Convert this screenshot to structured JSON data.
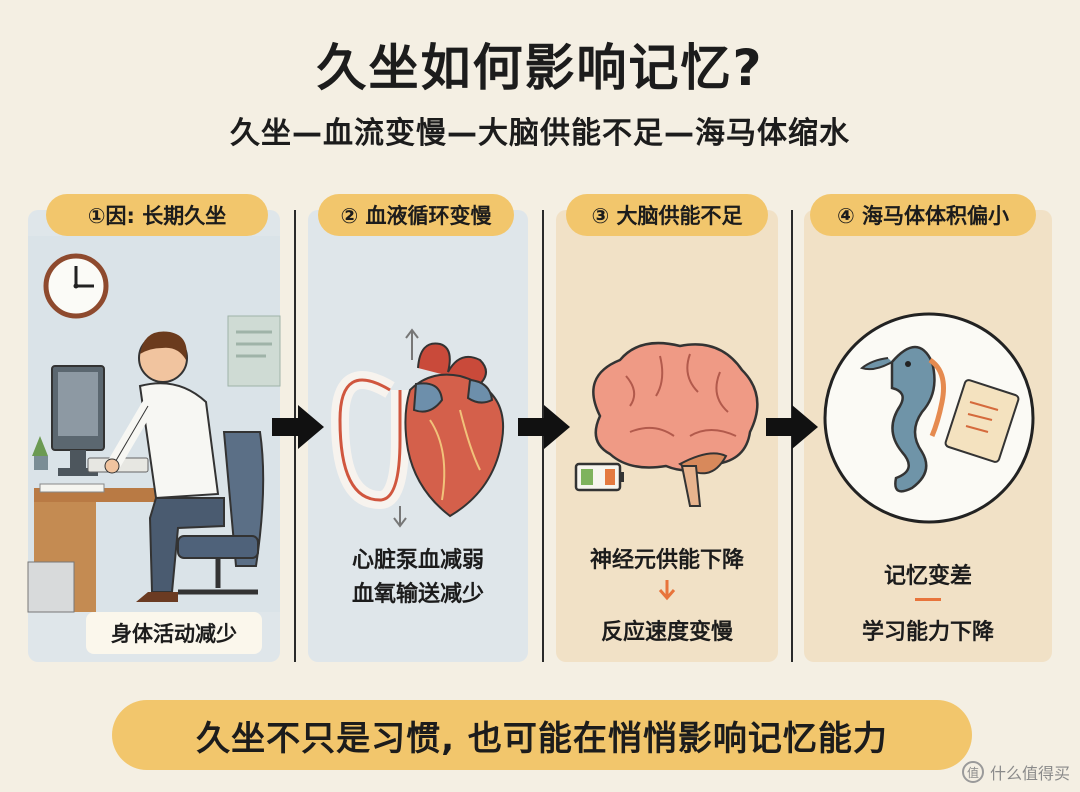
{
  "title": "久坐如何影响记忆?",
  "subtitle": "久坐—血流变慢—大脑供能不足—海马体缩水",
  "steps": [
    {
      "label": "①因: 长期久坐",
      "caption": "身体活动减少"
    },
    {
      "label": "② 血液循环变慢",
      "caption_lines": [
        "心脏泵血减弱",
        "血氧输送减少"
      ]
    },
    {
      "label": "③ 大脑供能不足",
      "caption_top": "神经元供能下降",
      "caption_bottom": "反应速度变慢"
    },
    {
      "label": "④ 海马体体积偏小",
      "caption_top": "记忆变差",
      "caption_bottom": "学习能力下降"
    }
  ],
  "conclusion": "久坐不只是习惯, 也可能在悄悄影响记忆能力",
  "watermark": "值 什么值得买",
  "colors": {
    "background": "#f4efe3",
    "label_pill": "#f2c66c",
    "cool_panel": "#dfe6ea",
    "warm_panel": "#f1e1c6",
    "accent_arrow": "#e8743b"
  }
}
